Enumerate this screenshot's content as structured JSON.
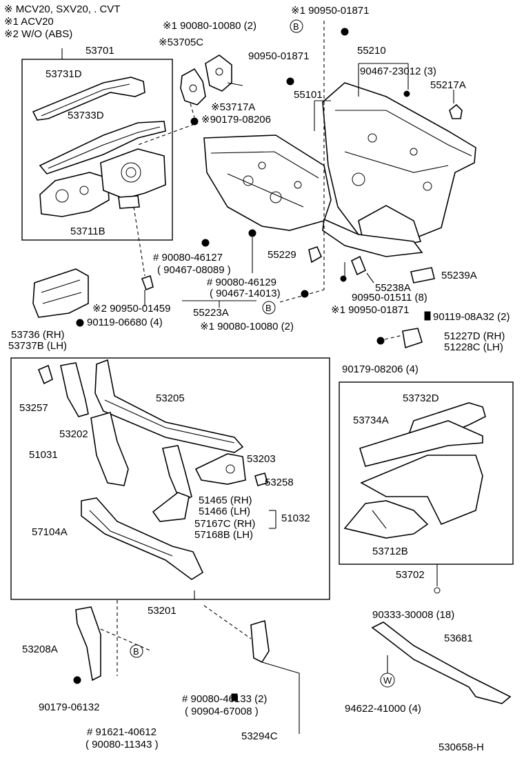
{
  "notes": [
    "※ MCV20, SXV20, . CVT",
    "※1 ACV20",
    "※2 W/O (ABS)"
  ],
  "labels": {
    "p53701": "53701",
    "p53731d": "53731D",
    "p53733d": "53733D",
    "p53711b": "53711B",
    "p53705c": "※53705C",
    "p53717a": "※53717A",
    "p90179_08206_top": "※90179-08206",
    "p90080_10080_top": "※1 90080-10080 (2)",
    "p90950_01871_top": "※1 90950-01871",
    "p90950_01871_mid": "90950-01871",
    "p55210": "55210",
    "p90467_23012": "90467-23012 (3)",
    "p55217a": "55217A",
    "p55101": "55101",
    "p90080_46127": "# 90080-46127",
    "p90467_08089": "( 90467-08089 )",
    "p90080_46129": "# 90080-46129",
    "p90467_14013": "( 90467-14013)",
    "p55223a": "55223A",
    "p55229": "55229",
    "p55238a": "55238A",
    "p55239a": "55239A",
    "p90950_01511": "90950-01511 (8)",
    "p90950_01871_low": "※1 90950-01871",
    "p90080_10080_low": "※1 90080-10080 (2)",
    "p90950_01459": "※2 90950-01459",
    "p90119_06680": "90119-06680 (4)",
    "p53736": "53736   (RH)",
    "p53737b": "53737B (LH)",
    "p90119_08a32": "90119-08A32 (2)",
    "p51227d": "51227D (RH)",
    "p51228c": "51228C (LH)",
    "p90179_08206_4": "90179-08206 (4)",
    "p53257": "53257",
    "p53202": "53202",
    "p53205": "53205",
    "p51031": "51031",
    "p53203": "53203",
    "p53258": "53258",
    "p51465": "51465 (RH)",
    "p51466": "51466 (LH)",
    "p57167c": "57167C (RH)",
    "p57168b": "57168B (LH)",
    "p51032": "51032",
    "p57104a": "57104A",
    "p53201": "53201",
    "p53732d": "53732D",
    "p53734a": "53734A",
    "p53712b": "53712B",
    "p53702": "53702",
    "p90333_30008": "90333-30008 (18)",
    "p53681": "53681",
    "p53208a": "53208A",
    "p90179_06132": "90179-06132",
    "p91621_40612": "# 91621-40612",
    "p90080_11343": "( 90080-11343 )",
    "p90080_46133": "# 90080-46133 (2)",
    "p90904_67008": "( 90904-67008 )",
    "p53294c": "53294C",
    "p94622_41000": "94622-41000 (4)",
    "code": "530658-H"
  },
  "callouts": {
    "b": "B",
    "w": "W"
  }
}
